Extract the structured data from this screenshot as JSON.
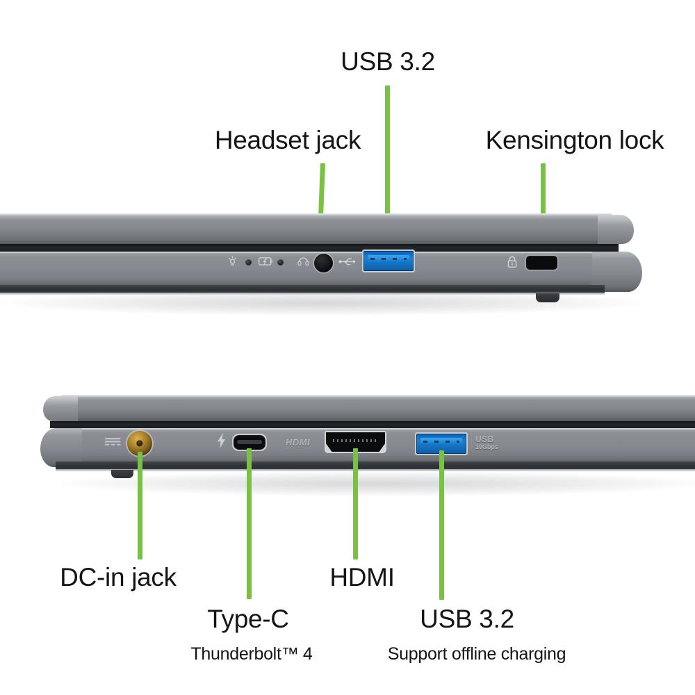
{
  "diagram": {
    "title": "Laptop port layout diagram",
    "accent_color": "#79c143",
    "text_color": "#141414",
    "background_color": "#ffffff"
  },
  "top_view": {
    "name": "right-side-port-view",
    "callouts": [
      {
        "id": "usb32-top",
        "label": "USB 3.2",
        "sub": ""
      },
      {
        "id": "headset-jack",
        "label": "Headset jack",
        "sub": ""
      },
      {
        "id": "kensington",
        "label": "Kensington lock",
        "sub": ""
      }
    ],
    "ports": [
      {
        "id": "headset-jack-port",
        "type": "audio-jack"
      },
      {
        "id": "usb-a-port",
        "type": "usb-a"
      },
      {
        "id": "kensington-slot",
        "type": "kensington-lock"
      }
    ],
    "indicators": [
      {
        "id": "power-indicator",
        "glyph": "power-led-icon"
      },
      {
        "id": "battery-indicator",
        "glyph": "battery-charge-icon"
      }
    ]
  },
  "bottom_view": {
    "name": "left-side-port-view",
    "callouts": [
      {
        "id": "dc-in",
        "label": "DC-in jack",
        "sub": ""
      },
      {
        "id": "type-c",
        "label": "Type-C",
        "sub": "Thunderbolt™ 4"
      },
      {
        "id": "hdmi",
        "label": "HDMI",
        "sub": ""
      },
      {
        "id": "usb32-bot",
        "label": "USB 3.2",
        "sub": "Support offline charging"
      }
    ],
    "ports": [
      {
        "id": "dc-in-port",
        "type": "dc-jack"
      },
      {
        "id": "usb-c-port",
        "type": "usb-c",
        "etch": "thunderbolt-icon"
      },
      {
        "id": "hdmi-port",
        "type": "hdmi",
        "etch": "HDMI"
      },
      {
        "id": "usb-a-port-2",
        "type": "usb-a",
        "etch": "USB 10Gbps"
      }
    ],
    "chassis_marks": [
      {
        "id": "hdmi-etch-label",
        "text": "HDMI"
      },
      {
        "id": "usb-etch-label",
        "text": "USB"
      },
      {
        "id": "usb-speed-etch",
        "text": "10Gbps"
      }
    ]
  }
}
